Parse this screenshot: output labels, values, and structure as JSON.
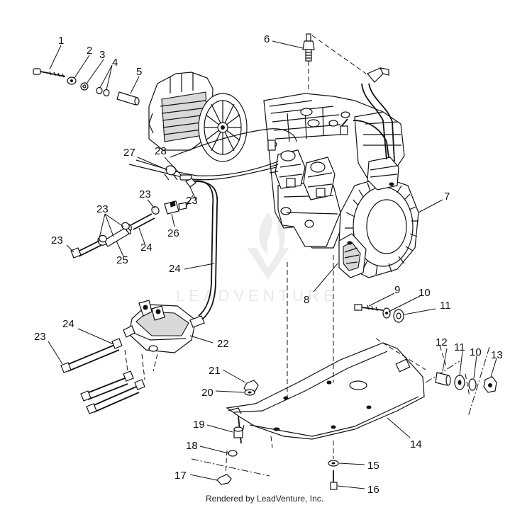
{
  "watermark": {
    "text": "LEADVENTURE"
  },
  "footer": {
    "text": "Rendered by LeadVenture, Inc."
  },
  "callouts": {
    "c1": "1",
    "c2": "2",
    "c3": "3",
    "c4": "4",
    "c5": "5",
    "c6": "6",
    "c7": "7",
    "c8": "8",
    "c9": "9",
    "c10a": "10",
    "c10b": "10",
    "c11a": "11",
    "c11b": "11",
    "c12": "12",
    "c13": "13",
    "c14": "14",
    "c15": "15",
    "c16": "16",
    "c17": "17",
    "c18": "18",
    "c19": "19",
    "c20": "20",
    "c21": "21",
    "c22": "22",
    "c23a": "23",
    "c23b": "23",
    "c23c": "23",
    "c23d": "23",
    "c23e": "23",
    "c24a": "24",
    "c24b": "24",
    "c24c": "24",
    "c25": "25",
    "c26": "26",
    "c27": "27",
    "c28": "28"
  }
}
